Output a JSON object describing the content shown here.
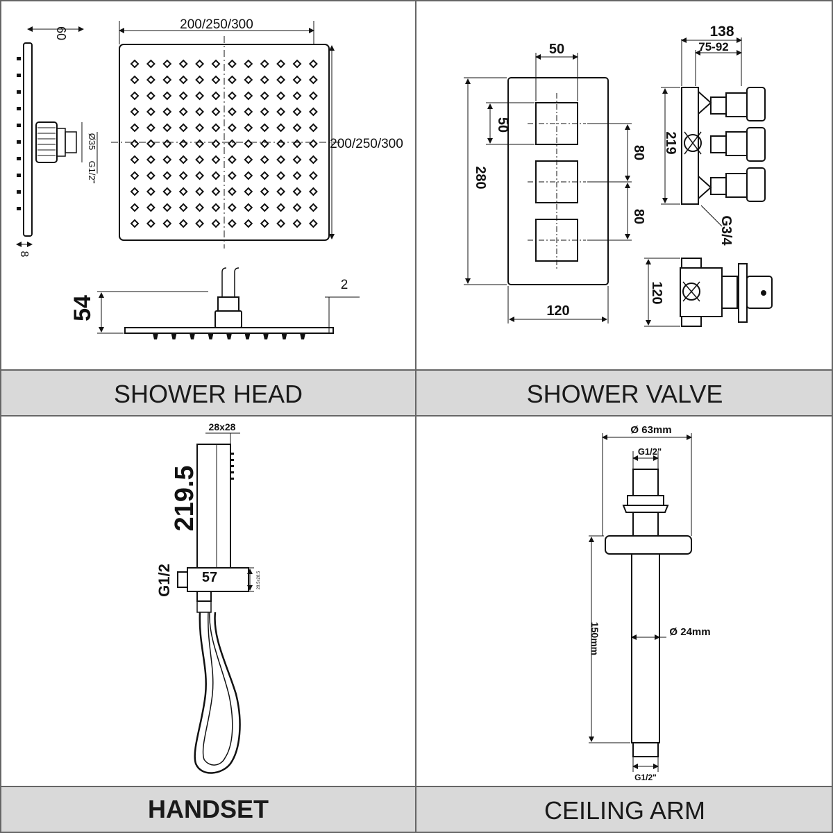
{
  "panels": [
    {
      "caption": "SHOWER HEAD",
      "labels": {
        "width": "200/250/300",
        "height": "200/250/300",
        "depth": "60",
        "thickness": "8",
        "connector": "Ø35",
        "thread": "G1/2\"",
        "profile_height": "54",
        "lip": "2"
      }
    },
    {
      "caption": "SHOWER VALVE",
      "labels": {
        "knob": "50",
        "top_gap": "50",
        "plate_height": "280",
        "pitch_a": "80",
        "pitch_b": "80",
        "plate_width": "120",
        "depth_total": "138",
        "depth_range": "75-92",
        "body_height": "219",
        "inlet": "G3/4",
        "body_width": "120"
      }
    },
    {
      "caption": "HANDSET",
      "labels": {
        "section": "28x28",
        "length": "219.5",
        "thread": "G1/2",
        "bracket": "57",
        "bracket_section": "28.5x28.5"
      }
    },
    {
      "caption": "CEILING ARM",
      "labels": {
        "flange": "Ø 63mm",
        "thread_top": "G1/2\"",
        "pipe": "Ø 24mm",
        "length": "150mm",
        "thread_bottom": "G1/2\""
      }
    }
  ],
  "colors": {
    "caption_band": "#d9d9d9",
    "line": "#111111",
    "grid": "#666666"
  }
}
